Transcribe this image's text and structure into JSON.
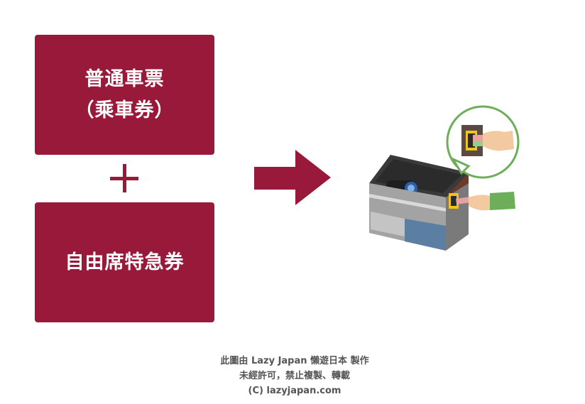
{
  "boxes": {
    "ticket_1_line_1": "普通車票",
    "ticket_1_line_2": "（乘車券）",
    "ticket_2": "自由席特急券"
  },
  "icons": {
    "plus": "plus-icon",
    "arrow": "arrow-right-icon",
    "machine": "ticket-gate-illustration"
  },
  "colors": {
    "accent": "#98193a",
    "gate_body": "#8c8c8c",
    "panel_blue": "#5a7fa3",
    "ticket_slot": "#f0c419",
    "sleeve_green": "#6cae5a"
  },
  "footer": {
    "line_1": "此圖由 Lazy Japan 懶遊日本 製作",
    "line_2": "未經許可，禁止複製、轉載",
    "line_3": "(C) lazyjapan.com"
  }
}
